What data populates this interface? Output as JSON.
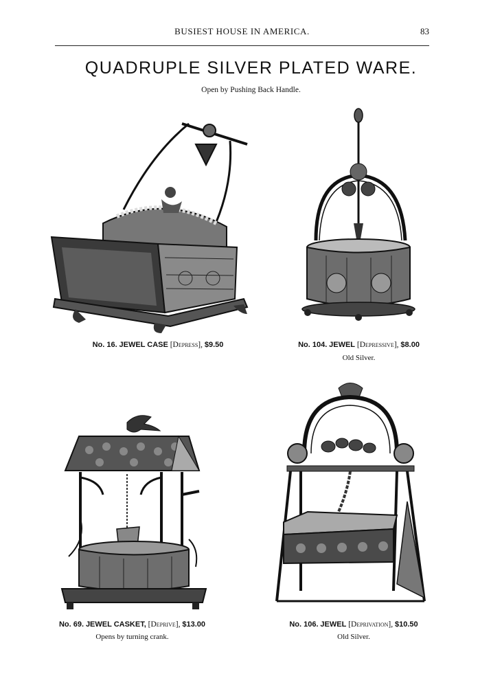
{
  "header": {
    "running_title": "BUSIEST HOUSE IN AMERICA.",
    "page_number": "83"
  },
  "title": "QUADRUPLE SILVER PLATED WARE.",
  "subtitle": "Open by Pushing Back Handle.",
  "items": [
    {
      "number": "No. 16.",
      "name": "JEWEL CASE",
      "code": "[Depress],",
      "price": "$9.50",
      "note": ""
    },
    {
      "number": "No. 104.",
      "name": "JEWEL",
      "code": "[Depressive],",
      "price": "$8.00",
      "note": "Old Silver."
    },
    {
      "number": "No. 69.",
      "name": "JEWEL CASKET,",
      "code": "[Deprive],",
      "price": "$13.00",
      "note": "Opens by turning crank."
    },
    {
      "number": "No. 106.",
      "name": "JEWEL",
      "code": "[Deprivation],",
      "price": "$10.50",
      "note": "Old Silver."
    }
  ]
}
